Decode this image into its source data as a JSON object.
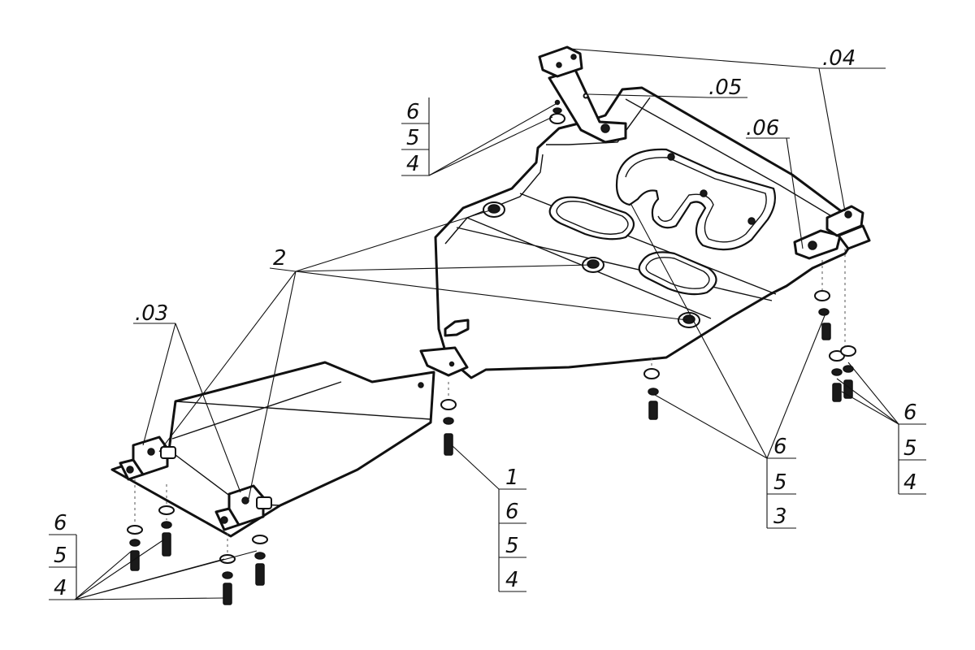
{
  "diagram": {
    "labels": {
      "label_04": ".04",
      "label_05": ".05",
      "label_06": ".06",
      "label_03": ".03",
      "label_2": "2",
      "stack_top_left": [
        "6",
        "5",
        "4"
      ],
      "stack_bottom_left": [
        "6",
        "5",
        "4"
      ],
      "stack_center": [
        "1",
        "6",
        "5",
        "4"
      ],
      "stack_middle_right": [
        "6",
        "5",
        "3"
      ],
      "stack_far_right": [
        "6",
        "5",
        "4"
      ]
    }
  }
}
